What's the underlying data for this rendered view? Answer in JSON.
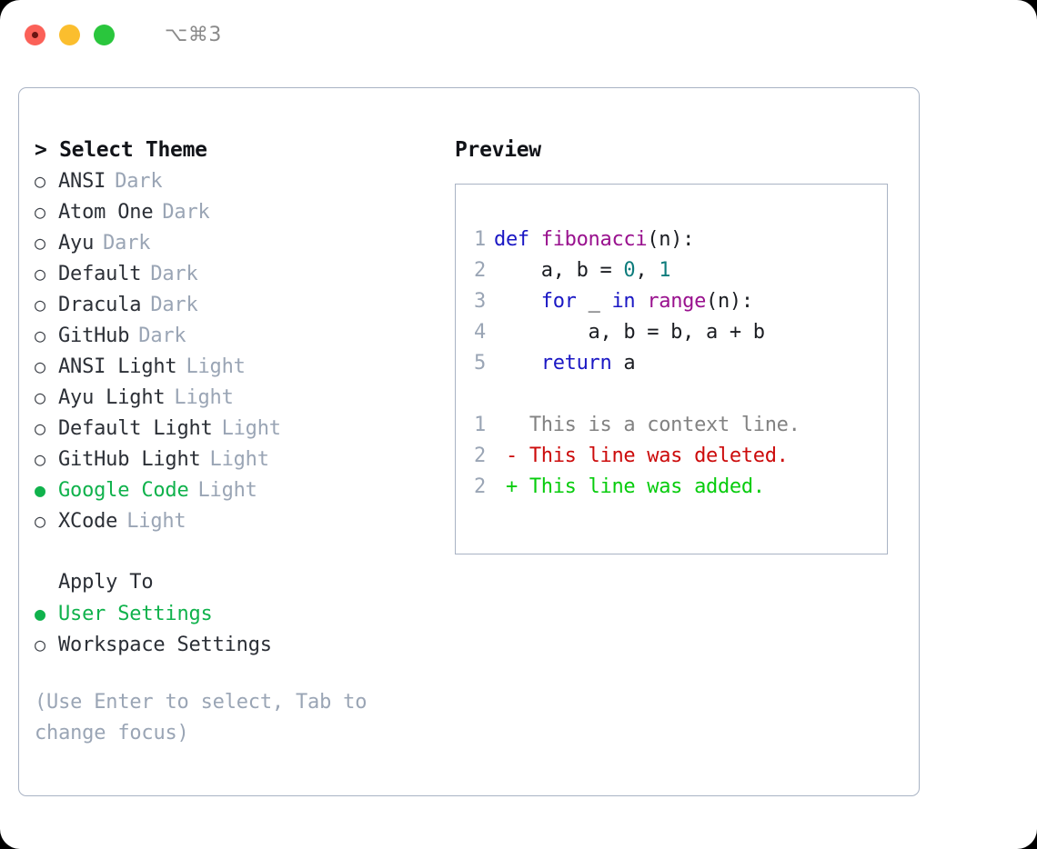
{
  "titlebar": {
    "shortcut": "⌥⌘3",
    "traffic_lights": [
      "close",
      "minimize",
      "maximize"
    ]
  },
  "left_panel": {
    "heading": "> Select Theme",
    "themes": [
      {
        "marker": "○",
        "name": "ANSI",
        "kind": "Dark",
        "selected": false
      },
      {
        "marker": "○",
        "name": "Atom One",
        "kind": "Dark",
        "selected": false
      },
      {
        "marker": "○",
        "name": "Ayu",
        "kind": "Dark",
        "selected": false
      },
      {
        "marker": "○",
        "name": "Default",
        "kind": "Dark",
        "selected": false
      },
      {
        "marker": "○",
        "name": "Dracula",
        "kind": "Dark",
        "selected": false
      },
      {
        "marker": "○",
        "name": "GitHub",
        "kind": "Dark",
        "selected": false
      },
      {
        "marker": "○",
        "name": "ANSI Light",
        "kind": "Light",
        "selected": false
      },
      {
        "marker": "○",
        "name": "Ayu Light",
        "kind": "Light",
        "selected": false
      },
      {
        "marker": "○",
        "name": "Default Light",
        "kind": "Light",
        "selected": false
      },
      {
        "marker": "○",
        "name": "GitHub Light",
        "kind": "Light",
        "selected": false
      },
      {
        "marker": "●",
        "name": "Google Code",
        "kind": "Light",
        "selected": true
      },
      {
        "marker": "○",
        "name": "XCode",
        "kind": "Light",
        "selected": false
      }
    ],
    "apply_to": {
      "label": "Apply To",
      "options": [
        {
          "marker": "●",
          "name": "User Settings",
          "selected": true
        },
        {
          "marker": "○",
          "name": "Workspace Settings",
          "selected": false
        }
      ]
    },
    "hint": "(Use Enter to select, Tab to change focus)"
  },
  "right_panel": {
    "heading": "Preview",
    "code_lines": [
      {
        "num": "1",
        "tokens": [
          {
            "t": "def ",
            "c": "kw"
          },
          {
            "t": "fibonacci",
            "c": "fn"
          },
          {
            "t": "(n):",
            "c": "txt"
          }
        ]
      },
      {
        "num": "2",
        "tokens": [
          {
            "t": "    a, b = ",
            "c": "txt"
          },
          {
            "t": "0",
            "c": "num"
          },
          {
            "t": ", ",
            "c": "txt"
          },
          {
            "t": "1",
            "c": "num"
          }
        ]
      },
      {
        "num": "3",
        "tokens": [
          {
            "t": "    ",
            "c": "txt"
          },
          {
            "t": "for",
            "c": "kw"
          },
          {
            "t": " _ ",
            "c": "txt"
          },
          {
            "t": "in",
            "c": "kw"
          },
          {
            "t": " ",
            "c": "txt"
          },
          {
            "t": "range",
            "c": "fn"
          },
          {
            "t": "(n):",
            "c": "txt"
          }
        ]
      },
      {
        "num": "4",
        "tokens": [
          {
            "t": "        a, b = b, a + b",
            "c": "txt"
          }
        ]
      },
      {
        "num": "5",
        "tokens": [
          {
            "t": "    ",
            "c": "txt"
          },
          {
            "t": "return",
            "c": "kw"
          },
          {
            "t": " a",
            "c": "txt"
          }
        ]
      }
    ],
    "diff_lines": [
      {
        "num": "1",
        "tokens": [
          {
            "t": "   This is a context line.",
            "c": "ctx"
          }
        ]
      },
      {
        "num": "2",
        "tokens": [
          {
            "t": " - This line was deleted.",
            "c": "del"
          }
        ]
      },
      {
        "num": "2",
        "tokens": [
          {
            "t": " + This line was added.",
            "c": "add"
          }
        ]
      }
    ]
  },
  "colors": {
    "selected_green": "#10b24c",
    "border": "#a9b3c4",
    "muted": "#9aa5b5",
    "keyword": "#1a17c4",
    "function": "#99118e",
    "number": "#0e7c7c",
    "diff_deleted": "#cc0b0b",
    "diff_added": "#07cc0d",
    "traffic_red": "#fb6158",
    "traffic_yellow": "#fbbe2e",
    "traffic_green": "#2ac63d"
  }
}
